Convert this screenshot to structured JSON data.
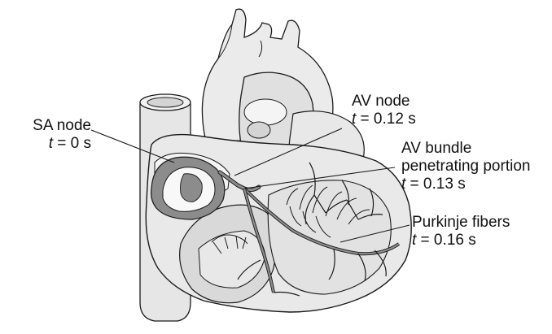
{
  "labels": {
    "sa": {
      "name": "SA node",
      "t_var": "t",
      "t_rest": " = 0 s"
    },
    "av": {
      "name": "AV node",
      "t_var": "t",
      "t_rest": " = 0.12 s"
    },
    "bundle": {
      "name_1": "AV bundle",
      "name_2": "penetrating portion",
      "t_var": "t",
      "t_rest": " = 0.13 s"
    },
    "purkinje": {
      "name": "Purkinje fibers",
      "t_var": "t",
      "t_rest": " = 0.16 s"
    }
  },
  "colors": {
    "outline": "#1a1a1a",
    "tissue_light": "#e6e6e6",
    "tissue_mid": "#d4d4d4",
    "conduction_path": "#8c8c8c",
    "background": "#ffffff"
  }
}
